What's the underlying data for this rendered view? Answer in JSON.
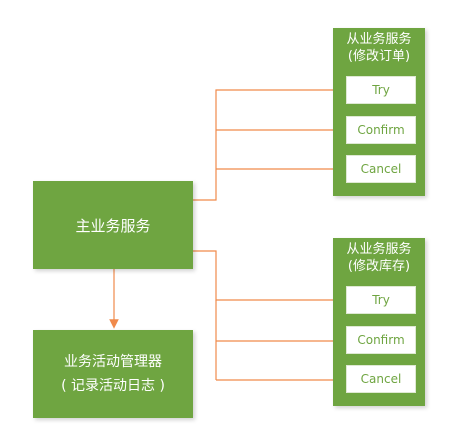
{
  "main_service": {
    "label": "主业务服务"
  },
  "activity_manager": {
    "line1": "业务活动管理器",
    "line2": "( 记录活动日志 )"
  },
  "slave_services": [
    {
      "title_line1": "从业务服务",
      "title_line2": "(修改订单)",
      "ops": [
        "Try",
        "Confirm",
        "Cancel"
      ]
    },
    {
      "title_line1": "从业务服务",
      "title_line2": "(修改库存)",
      "ops": [
        "Try",
        "Confirm",
        "Cancel"
      ]
    }
  ],
  "colors": {
    "box_fill": "#6fa541",
    "connector": "#f08a4b"
  }
}
